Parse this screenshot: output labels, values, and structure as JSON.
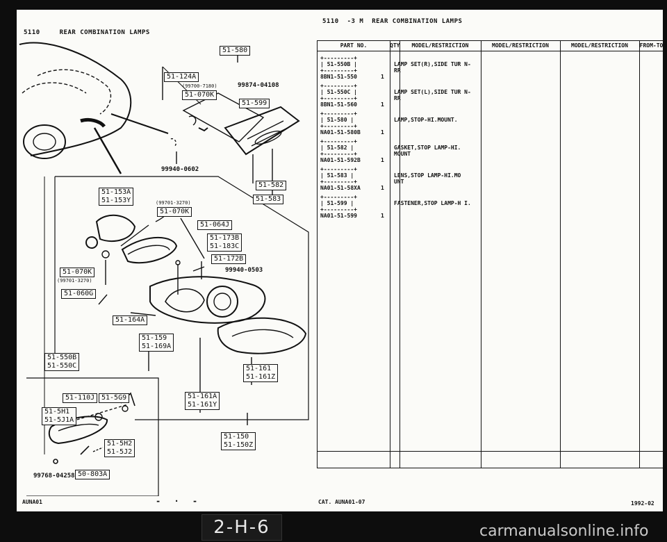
{
  "header_left": {
    "code": "5110",
    "title": "REAR COMBINATION LAMPS"
  },
  "header_right": {
    "code": "5110",
    "sheet": "-3 M",
    "title": "REAR COMBINATION LAMPS"
  },
  "table_headers": [
    "PART NO.",
    "QTY",
    "MODEL/RESTRICTION",
    "MODEL/RESTRICTION",
    "MODEL/RESTRICTION",
    "FROM-TO"
  ],
  "parts": [
    {
      "ref": "51-550B",
      "catalog": "8BN1-51-550",
      "qty": "1",
      "description": "LAMP SET(R),SIDE TUR N-RR"
    },
    {
      "ref": "51-550C",
      "catalog": "8BN1-51-560",
      "qty": "1",
      "description": "LAMP SET(L),SIDE TUR N-RR"
    },
    {
      "ref": "51-580",
      "catalog": "NA01-51-580B",
      "qty": "1",
      "description": "LAMP,STOP-HI.MOUNT."
    },
    {
      "ref": "51-582",
      "catalog": "NA01-51-592B",
      "qty": "1",
      "description": "GASKET,STOP LAMP-HI. MOUNT"
    },
    {
      "ref": "51-583",
      "catalog": "NA01-51-58XA",
      "qty": "1",
      "description": "LENS,STOP LAMP-HI.MO UNT"
    },
    {
      "ref": "51-599",
      "catalog": "NA01-51-599",
      "qty": "1",
      "description": "FASTENER,STOP LAMP-H I."
    }
  ],
  "callouts": {
    "c580": "51-580",
    "c124a": "51-124A",
    "c070k_a": "51-070K",
    "c599": "51-599",
    "c582": "51-582",
    "c583": "51-583",
    "c153a": "51-153A",
    "c153y": "51-153Y",
    "c070k_b": "51-070K",
    "c064j": "51-064J",
    "c173b": "51-173B",
    "c183c": "51-183C",
    "c172b": "51-172B",
    "c070k_c": "51-070K",
    "c060g": "51-060G",
    "c164a": "51-164A",
    "c159": "51-159",
    "c169a": "51-169A",
    "c161": "51-161",
    "c161z": "51-161Z",
    "c161a": "51-161A",
    "c161y": "51-161Y",
    "c150": "51-150",
    "c150z": "51-150Z",
    "c550b": "51-550B",
    "c550c": "51-550C",
    "c110j": "51-110J",
    "c5g9": "51-5G9",
    "c5h1": "51-5H1",
    "c5j1a": "51-5J1A",
    "c5h2": "51-5H2",
    "c5j2": "51-5J2",
    "c803a": "50-803A"
  },
  "part_numbers": {
    "p99874": "99874-04108",
    "p99940a": "99940-0602",
    "p99940b": "99940-0503",
    "p99768": "99768-04258",
    "p9970": "(99700-7180)",
    "p99701a": "(99701-3270)",
    "p99701b": "(99701-3270)"
  },
  "footer": {
    "left": "AUNA01",
    "dashes": "- · -",
    "cat": "CAT. AUNA01-07",
    "date": "1992-02"
  },
  "page_number": "2-H-6",
  "watermark": "carmanualsonline.info"
}
